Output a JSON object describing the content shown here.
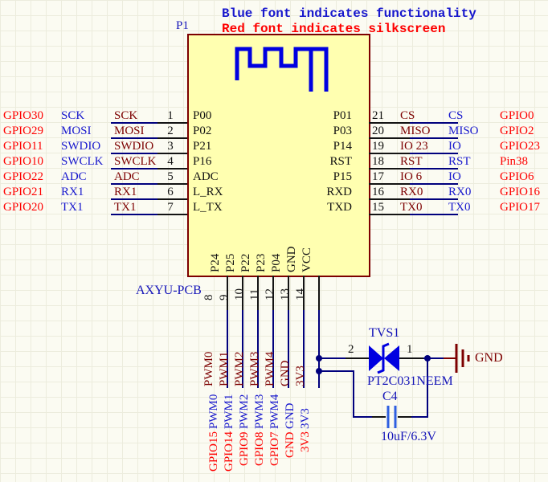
{
  "legend": {
    "blue_note": "Blue font indicates functionality",
    "red_note": "Red font indicates silkscreen"
  },
  "module": {
    "designator": "P1",
    "name": "AXYU-PCB"
  },
  "left_pins": [
    {
      "silk": "GPIO30",
      "func": "SCK",
      "net": "SCK",
      "num": "1",
      "inner": "P00"
    },
    {
      "silk": "GPIO29",
      "func": "MOSI",
      "net": "MOSI",
      "num": "2",
      "inner": "P02"
    },
    {
      "silk": "GPIO11",
      "func": "SWDIO",
      "net": "SWDIO",
      "num": "3",
      "inner": "P21"
    },
    {
      "silk": "GPIO10",
      "func": "SWCLK",
      "net": "SWCLK",
      "num": "4",
      "inner": "P16"
    },
    {
      "silk": "GPIO22",
      "func": "ADC",
      "net": "ADC",
      "num": "5",
      "inner": "ADC"
    },
    {
      "silk": "GPIO21",
      "func": "RX1",
      "net": "RX1",
      "num": "6",
      "inner": "L_RX"
    },
    {
      "silk": "GPIO20",
      "func": "TX1",
      "net": "TX1",
      "num": "7",
      "inner": "L_TX"
    }
  ],
  "right_pins": [
    {
      "num": "21",
      "net": "CS",
      "func": "CS",
      "silk": "GPIO0",
      "inner": "P01"
    },
    {
      "num": "20",
      "net": "MISO",
      "func": "MISO",
      "silk": "GPIO2",
      "inner": "P03"
    },
    {
      "num": "19",
      "net": "IO 23",
      "func": "IO",
      "silk": "GPIO23",
      "inner": "P14"
    },
    {
      "num": "18",
      "net": "RST",
      "func": "RST",
      "silk": "Pin38",
      "inner": "RST"
    },
    {
      "num": "17",
      "net": "IO 6",
      "func": "IO",
      "silk": "GPIO6",
      "inner": "P15"
    },
    {
      "num": "16",
      "net": "RX0",
      "func": "RX0",
      "silk": "GPIO16",
      "inner": "RXD"
    },
    {
      "num": "15",
      "net": "TX0",
      "func": "TX0",
      "silk": "GPIO17",
      "inner": "TXD"
    }
  ],
  "bottom_pins": [
    {
      "inner": "P24",
      "num": "8",
      "net": "PWM0",
      "func": "PWM0",
      "silk": "GPIO15"
    },
    {
      "inner": "P25",
      "num": "9",
      "net": "PWM1",
      "func": "PWM1",
      "silk": "GPIO14"
    },
    {
      "inner": "P22",
      "num": "10",
      "net": "PWM2",
      "func": "PWM2",
      "silk": "GPIO9"
    },
    {
      "inner": "P23",
      "num": "11",
      "net": "PWM3",
      "func": "PWM3",
      "silk": "GPIO8"
    },
    {
      "inner": "P04",
      "num": "12",
      "net": "PWM4",
      "func": "PWM4",
      "silk": "GPIO7"
    },
    {
      "inner": "GND",
      "num": "13",
      "net": "GND",
      "func": "GND",
      "silk": "GND"
    },
    {
      "inner": "VCC",
      "num": "14",
      "net": "3V3",
      "func": "3V3",
      "silk": "3V3"
    }
  ],
  "tvs": {
    "designator": "TVS1",
    "part": "PT2C031NEEM",
    "pin_left": "2",
    "pin_right": "1"
  },
  "capacitor": {
    "designator": "C4",
    "value": "10uF/6.3V"
  },
  "power": {
    "ground_label": "GND"
  },
  "colors": {
    "functionality_blue": "#1717cd",
    "silkscreen_red": "#fe0000",
    "net_label_maroon": "#7d0000",
    "wire_navy": "#00007d",
    "symbol_blue": "#0000e0",
    "capacitor_blue": "#2e5fe0",
    "chip_fill": "#ffffb0",
    "chip_border": "#7d0000",
    "pin_black": "#131313"
  }
}
